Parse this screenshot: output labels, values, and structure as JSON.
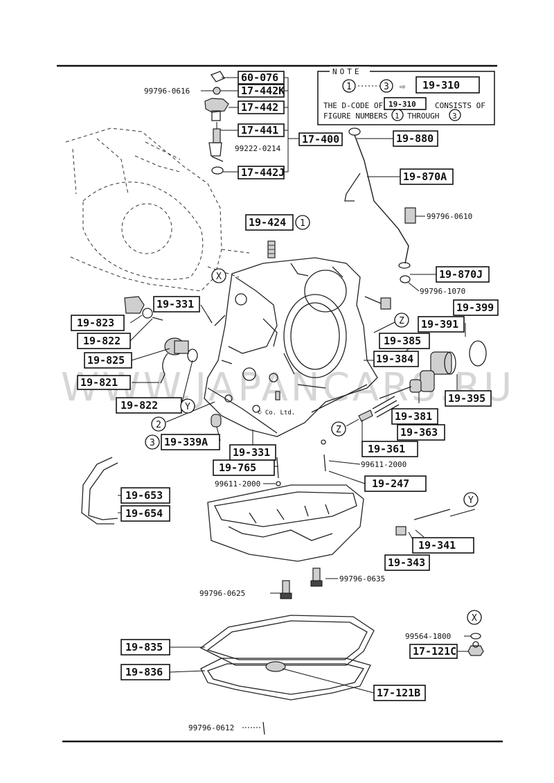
{
  "note": {
    "title": "NOTE",
    "row1_from": "1",
    "row1_to": "3",
    "row1_code": "19-310",
    "line2_pre": "THE D-CODE OF",
    "line2_code": "19-310",
    "line2_post": "CONSISTS OF",
    "line3_pre": "FIGURE NUMBERS",
    "line3_from": "1",
    "line3_mid": "THROUGH",
    "line3_to": "3"
  },
  "watermark": "WWW.JAPANCARS.RU",
  "watermark_small": "© Co. Ltd.",
  "boxed_labels": [
    {
      "id": "60-076",
      "text": "60-076"
    },
    {
      "id": "17-442K",
      "text": "17-442K"
    },
    {
      "id": "17-442",
      "text": "17-442"
    },
    {
      "id": "17-441",
      "text": "17-441"
    },
    {
      "id": "17-400",
      "text": "17-400"
    },
    {
      "id": "17-442J",
      "text": "17-442J"
    },
    {
      "id": "19-880",
      "text": "19-880"
    },
    {
      "id": "19-870A",
      "text": "19-870A"
    },
    {
      "id": "19-424",
      "text": "19-424"
    },
    {
      "id": "19-870J",
      "text": "19-870J"
    },
    {
      "id": "19-399",
      "text": "19-399"
    },
    {
      "id": "19-331a",
      "text": "19-331"
    },
    {
      "id": "19-391",
      "text": "19-391"
    },
    {
      "id": "19-823",
      "text": "19-823"
    },
    {
      "id": "19-385",
      "text": "19-385"
    },
    {
      "id": "19-822a",
      "text": "19-822"
    },
    {
      "id": "19-384",
      "text": "19-384"
    },
    {
      "id": "19-825",
      "text": "19-825"
    },
    {
      "id": "19-821",
      "text": "19-821"
    },
    {
      "id": "19-395",
      "text": "19-395"
    },
    {
      "id": "19-822b",
      "text": "19-822"
    },
    {
      "id": "19-381",
      "text": "19-381"
    },
    {
      "id": "19-363",
      "text": "19-363"
    },
    {
      "id": "19-339A",
      "text": "19-339A"
    },
    {
      "id": "19-361",
      "text": "19-361"
    },
    {
      "id": "19-331b",
      "text": "19-331"
    },
    {
      "id": "19-765",
      "text": "19-765"
    },
    {
      "id": "19-247",
      "text": "19-247"
    },
    {
      "id": "19-653",
      "text": "19-653"
    },
    {
      "id": "19-654",
      "text": "19-654"
    },
    {
      "id": "19-341",
      "text": "19-341"
    },
    {
      "id": "19-343",
      "text": "19-343"
    },
    {
      "id": "19-835",
      "text": "19-835"
    },
    {
      "id": "17-121C",
      "text": "17-121C"
    },
    {
      "id": "19-836",
      "text": "19-836"
    },
    {
      "id": "17-121B",
      "text": "17-121B"
    }
  ],
  "plain_labels": [
    {
      "id": "99796-0616",
      "text": "99796-0616"
    },
    {
      "id": "99222-0214",
      "text": "99222-0214"
    },
    {
      "id": "99796-0610",
      "text": "99796-0610"
    },
    {
      "id": "99796-1070",
      "text": "99796-1070"
    },
    {
      "id": "99611-2000a",
      "text": "99611-2000"
    },
    {
      "id": "99611-2000b",
      "text": "99611-2000"
    },
    {
      "id": "99796-0635",
      "text": "99796-0635"
    },
    {
      "id": "99796-0625",
      "text": "99796-0625"
    },
    {
      "id": "99564-1800",
      "text": "99564-1800"
    },
    {
      "id": "99796-0612",
      "text": "99796-0612"
    }
  ],
  "callouts": [
    {
      "id": "c1-19424",
      "text": "1"
    },
    {
      "id": "cX-top",
      "text": "X"
    },
    {
      "id": "cZ-top",
      "text": "Z"
    },
    {
      "id": "cY-left",
      "text": "Y"
    },
    {
      "id": "c2",
      "text": "2"
    },
    {
      "id": "c3",
      "text": "3"
    },
    {
      "id": "cZ-mid",
      "text": "Z"
    },
    {
      "id": "cY-right",
      "text": "Y"
    },
    {
      "id": "cX-right",
      "text": "X"
    }
  ]
}
